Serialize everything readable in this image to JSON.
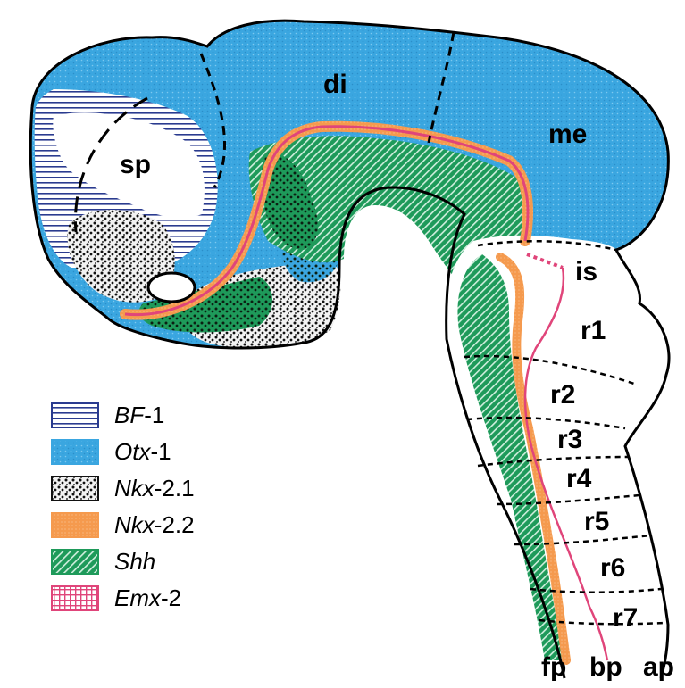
{
  "regions": {
    "di": "di",
    "me": "me",
    "sp": "sp",
    "is": "is",
    "r1": "r1",
    "r2": "r2",
    "r3": "r3",
    "r4": "r4",
    "r5": "r5",
    "r6": "r6",
    "r7": "r7",
    "fp": "fp",
    "bp": "bp",
    "ap": "ap"
  },
  "legend": [
    {
      "gene": "BF",
      "suffix": "-1",
      "pattern": "horizontal-stripes",
      "color": "#2a3b8f"
    },
    {
      "gene": "Otx",
      "suffix": "-1",
      "pattern": "blue-fill",
      "color": "#3aa6e0"
    },
    {
      "gene": "Nkx",
      "suffix": "-2.1",
      "pattern": "black-stipple",
      "color": "#111111"
    },
    {
      "gene": "Nkx",
      "suffix": "-2.2",
      "pattern": "orange-fill",
      "color": "#f59a4e"
    },
    {
      "gene": "Shh",
      "suffix": "",
      "pattern": "green-diagonal",
      "color": "#1e9a5a"
    },
    {
      "gene": "Emx",
      "suffix": "-2",
      "pattern": "pink-grid",
      "color": "#e0457a"
    }
  ],
  "colors": {
    "otx": "#3aa6e0",
    "orange": "#f59a4e",
    "green": "#1e9a5a",
    "pink": "#e0457a",
    "navy": "#2a3b8f"
  }
}
